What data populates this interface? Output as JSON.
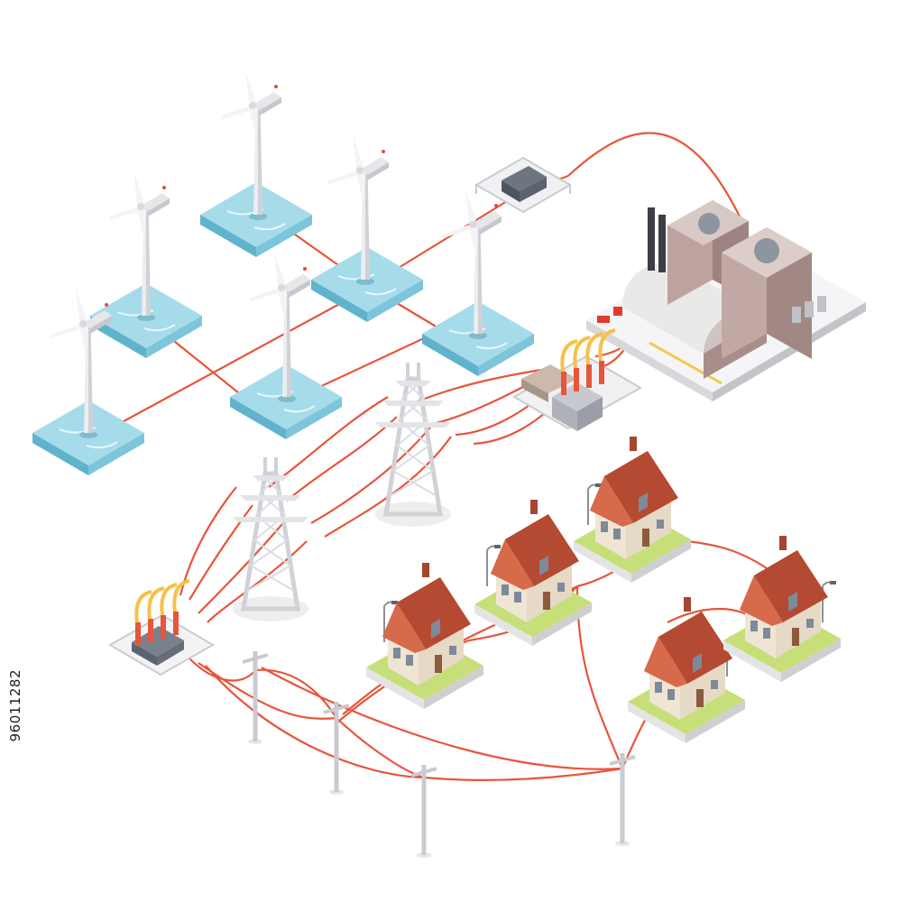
{
  "stock_id": "96011282",
  "colors": {
    "cable": "#e8553a",
    "water": "#9fd6e6",
    "water_edge": "#5fb3cc",
    "grass": "#c8e07a",
    "roof": "#c8573a",
    "house_wall": "#f3ecde",
    "factory_wall": "#b59a96",
    "steel": "#e6e6ea",
    "background": "#ffffff"
  },
  "components": [
    {
      "name": "wind-turbine",
      "count": 6
    },
    {
      "name": "substation",
      "count": 1
    },
    {
      "name": "transformer",
      "count": 2
    },
    {
      "name": "power-plant",
      "count": 1
    },
    {
      "name": "transmission-tower",
      "count": 2
    },
    {
      "name": "utility-pole",
      "count": 4
    },
    {
      "name": "house",
      "count": 5
    }
  ]
}
